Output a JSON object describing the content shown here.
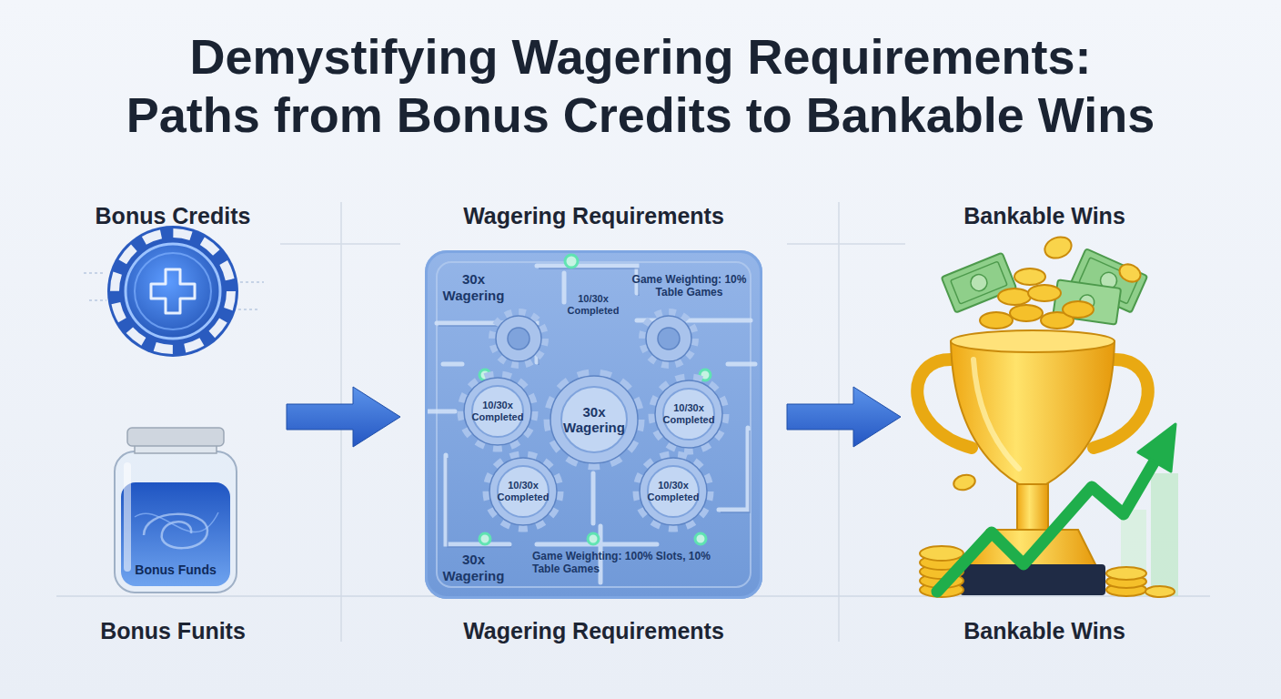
{
  "diagram": {
    "title": "Demystifying Wagering Requirements: Paths from Bonus Credits to Bankable Wins",
    "nodes": [
      {
        "text": [
          "Bonus Credits",
          "Bonus Funits"
        ]
      },
      {
        "text": [
          "Bonus Funds"
        ],
        "in": 0
      },
      {
        "text": [
          "Wagering Requirements",
          "Wagering Requirements"
        ]
      },
      {
        "text": [
          "30x Wagering",
          "10/30x Completed",
          "Game Weighting: 10% Table Games",
          "30x Wagering",
          "Game Weighting: 100% Slots, 10% Table Games"
        ],
        "in": 2
      },
      {
        "text": [
          "10/30x Completed"
        ],
        "in": 3
      },
      {
        "text": [
          "30x Wagering"
        ],
        "in": 3
      },
      {
        "text": [
          "10/30x Completed"
        ],
        "in": 3
      },
      {
        "text": [
          "10/30x Completed"
        ],
        "in": 3
      },
      {
        "text": [
          "10/30x Completed"
        ],
        "in": 3
      },
      {
        "text": [
          "Bankable Wins",
          "Bankable Wins"
        ]
      }
    ],
    "edges": [
      {
        "from": 0,
        "to": 2,
        "arrow": "to"
      },
      {
        "from": 2,
        "to": 9,
        "arrow": "to"
      }
    ]
  }
}
